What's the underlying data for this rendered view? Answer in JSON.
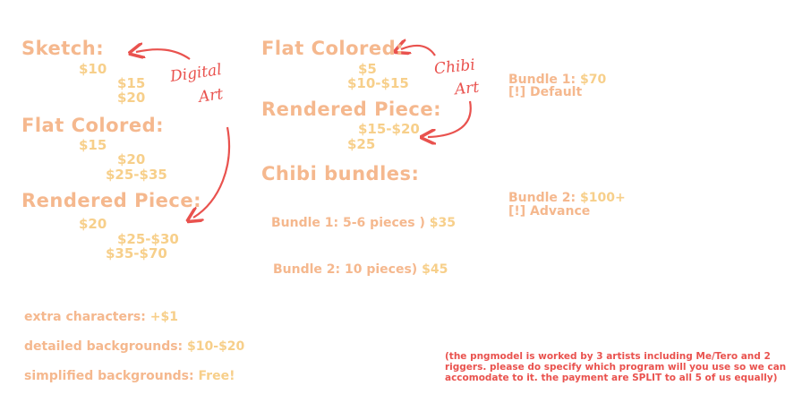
{
  "digital_art": {
    "label_line1": "Digital",
    "label_line2": "Art",
    "sketch": {
      "title": "Sketch:",
      "prices": [
        "$10",
        "$15",
        "$20"
      ]
    },
    "flat": {
      "title": "Flat Colored:",
      "prices": [
        "$15",
        "$20",
        "$25-$35"
      ]
    },
    "rendered": {
      "title": "Rendered Piece:",
      "prices": [
        "$20",
        "$25-$30",
        "$35-$70"
      ]
    }
  },
  "chibi_art": {
    "label_line1": "Chibi",
    "label_line2": "Art",
    "flat": {
      "title": "Flat Colored:",
      "prices": [
        "$5",
        "$10-$15"
      ]
    },
    "rendered": {
      "title": "Rendered Piece:",
      "prices": [
        "$15-$20",
        "$25"
      ]
    },
    "bundles": {
      "title": "Chibi bundles:",
      "bundle1": {
        "label": "Bundle 1: 5-6 pieces ) ",
        "price": "$35"
      },
      "bundle2": {
        "label": "Bundle 2: 10 pieces) ",
        "price": "$45"
      }
    }
  },
  "model_bundles": {
    "bundle1": {
      "label": "Bundle 1: ",
      "price": "$70",
      "tier": "[!] Default"
    },
    "bundle2": {
      "label": "Bundle 2: ",
      "price": "$100+",
      "tier": "[!] Advance"
    }
  },
  "extras": [
    {
      "label": "extra characters: ",
      "price": "+$1"
    },
    {
      "label": "detailed backgrounds: ",
      "price": "$10-$20"
    },
    {
      "label": "simplified backgrounds: ",
      "price": "Free!"
    }
  ],
  "note": "(the pngmodel is worked by 3 artists including Me/Tero and 2 riggers. please do specify which program will you use so we can accomodate to it. the payment are SPLIT to all 5 of us equally)",
  "colors": {
    "heading": "#f5b88e",
    "price": "#f7cf8a",
    "accent": "#e9524e"
  }
}
